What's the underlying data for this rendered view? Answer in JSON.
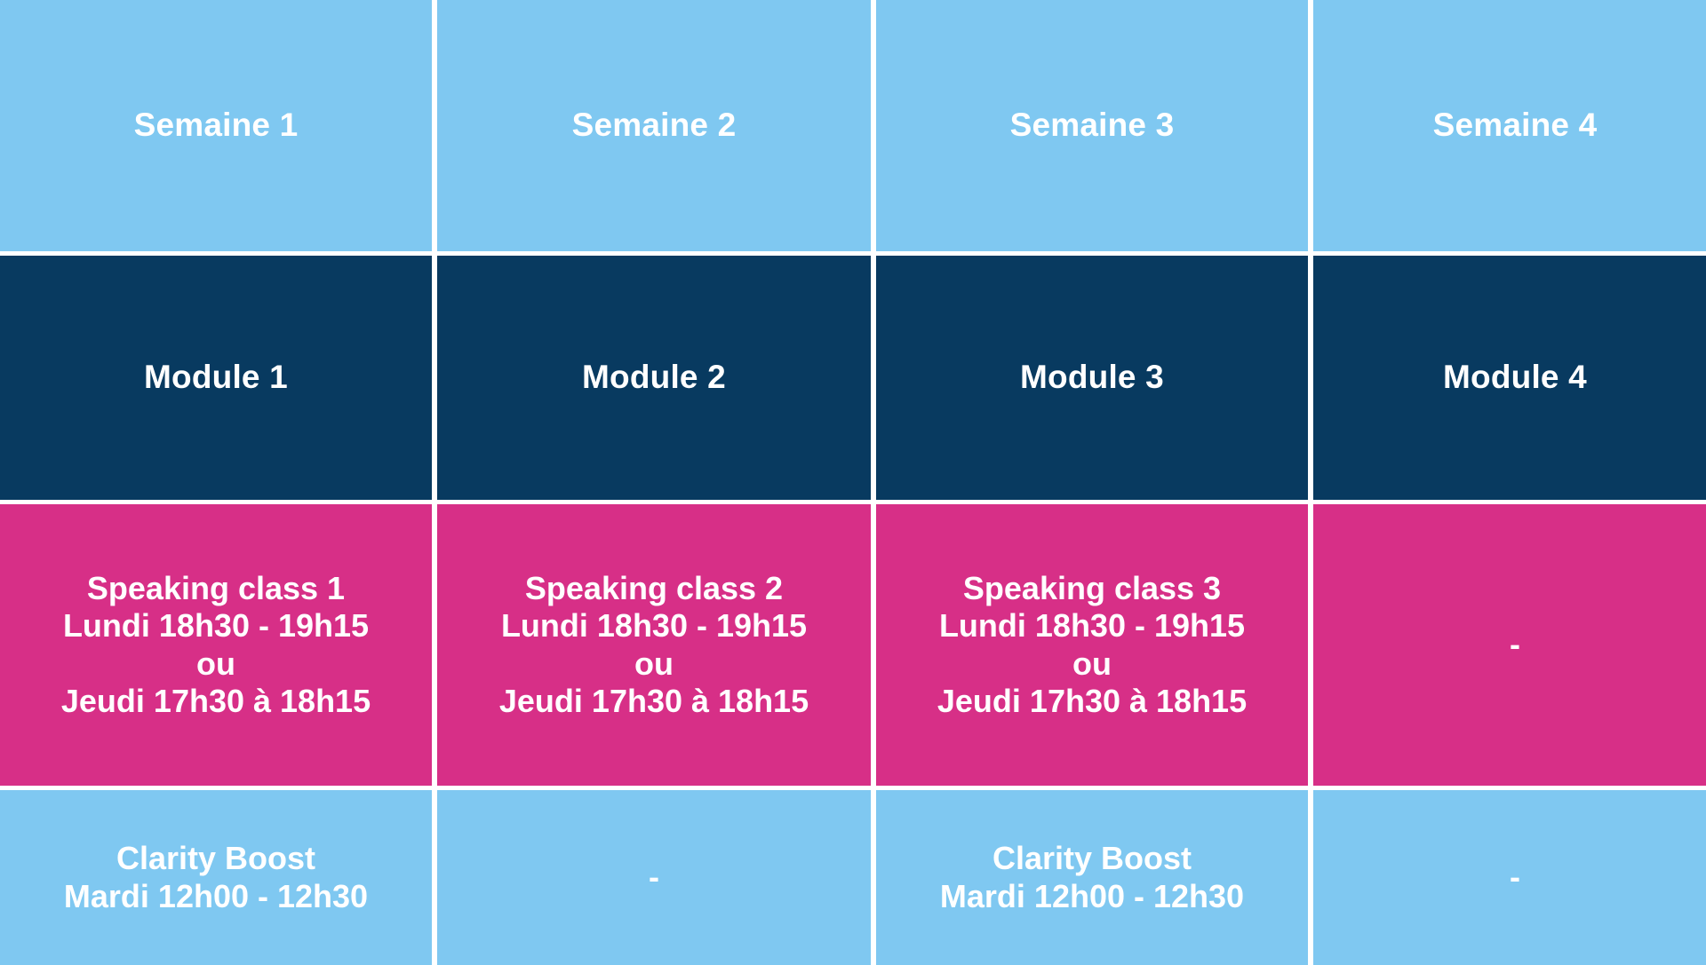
{
  "table": {
    "columns": 4,
    "rows": 4,
    "colors": {
      "light_blue": "#7FC8F1",
      "dark_blue": "#083A60",
      "pink": "#D72F87",
      "gap": "#FFFFFF",
      "text": "#FFFFFF"
    },
    "row_names": [
      "week-header",
      "module",
      "speaking-class",
      "clarity-boost"
    ],
    "grid": [
      {
        "name": "week-header",
        "style": "lightblue",
        "cells": [
          {
            "text": "Semaine 1"
          },
          {
            "text": "Semaine 2"
          },
          {
            "text": "Semaine 3"
          },
          {
            "text": "Semaine 4"
          }
        ]
      },
      {
        "name": "module",
        "style": "darkblue",
        "cells": [
          {
            "text": "Module 1"
          },
          {
            "text": "Module 2"
          },
          {
            "text": "Module 3"
          },
          {
            "text": "Module 4"
          }
        ]
      },
      {
        "name": "speaking-class",
        "style": "pink",
        "cells": [
          {
            "text": "Speaking class 1\nLundi 18h30 - 19h15\nou\nJeudi 17h30 à 18h15"
          },
          {
            "text": "Speaking class 2\nLundi 18h30 - 19h15\nou\nJeudi 17h30 à 18h15"
          },
          {
            "text": "Speaking class 3\nLundi 18h30 - 19h15\nou\nJeudi 17h30 à 18h15"
          },
          {
            "text": "-"
          }
        ]
      },
      {
        "name": "clarity-boost",
        "style": "lightblue",
        "cells": [
          {
            "text": "Clarity Boost\nMardi 12h00 - 12h30"
          },
          {
            "text": "-"
          },
          {
            "text": "Clarity Boost\nMardi 12h00 - 12h30"
          },
          {
            "text": "-"
          }
        ]
      }
    ]
  }
}
